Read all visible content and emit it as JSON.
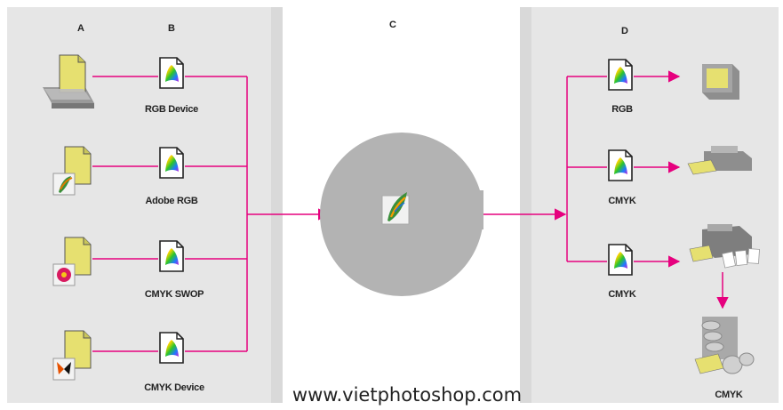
{
  "columns": {
    "a": "A",
    "b": "B",
    "c": "C",
    "d": "D"
  },
  "input_profiles": [
    "RGB Device",
    "Adobe RGB",
    "CMYK SWOP",
    "CMYK Device"
  ],
  "output_profiles": [
    "RGB",
    "CMYK",
    "CMYK"
  ],
  "final_output_label": "CMYK",
  "watermark": "www.vietphotoshop.com",
  "colors": {
    "connector": "#e6007e",
    "panel": "#e6e6e6",
    "circle": "#b3b3b3",
    "document": "#e6e070",
    "device": "#999999"
  },
  "icons": {
    "input_sources": [
      "scanner-icon",
      "image-document-icon",
      "flower-document-icon",
      "butterfly-document-icon"
    ],
    "profile": "color-profile-document-icon",
    "center": "photoshop-feather-icon",
    "outputs": [
      "monitor-icon",
      "desktop-printer-icon",
      "proof-printer-icon",
      "printing-press-icon"
    ]
  }
}
